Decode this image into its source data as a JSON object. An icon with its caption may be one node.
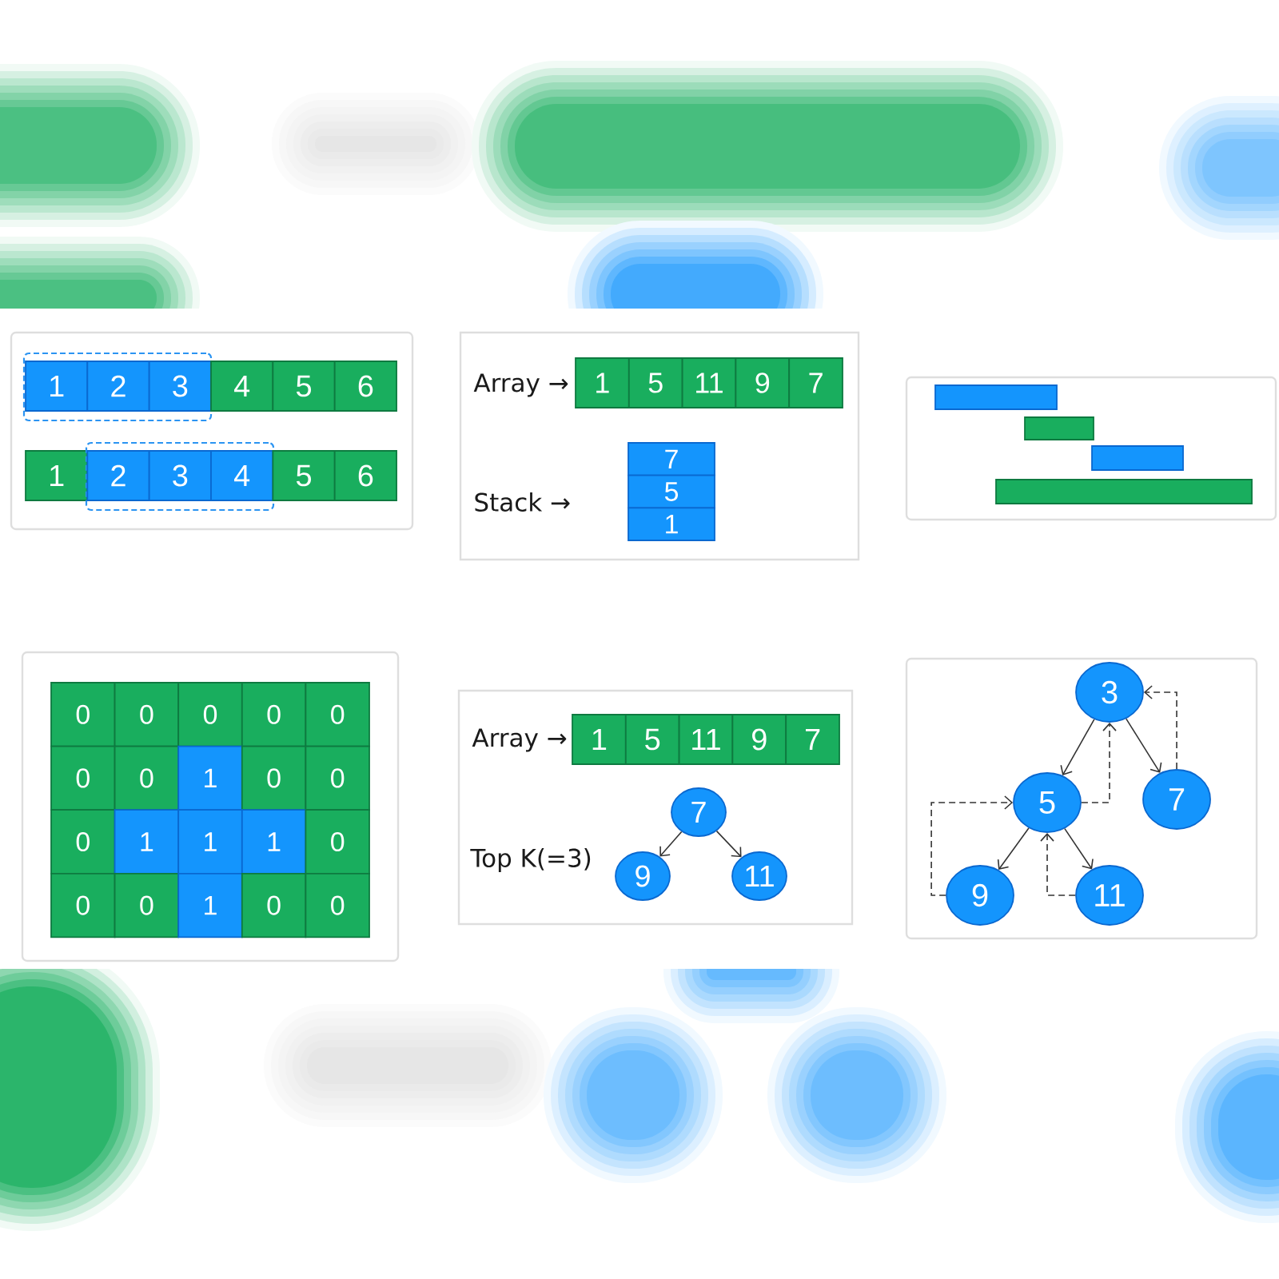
{
  "diagram": {
    "nodes": [
      {
        "text": [],
        "shape": "box"
      },
      {
        "text": [],
        "shape": "box",
        "in": 0
      },
      {
        "text": [
          "1"
        ],
        "in": 1
      },
      {
        "text": [
          "2"
        ],
        "in": 1
      },
      {
        "text": [
          "3"
        ],
        "in": 1
      },
      {
        "text": [
          "4"
        ],
        "in": 0
      },
      {
        "text": [
          "5"
        ],
        "in": 0
      },
      {
        "text": [
          "6"
        ],
        "in": 0
      },
      {
        "text": [
          "1"
        ],
        "in": 0
      },
      {
        "text": [],
        "shape": "box",
        "in": 0
      },
      {
        "text": [
          "2"
        ],
        "in": 9
      },
      {
        "text": [
          "3"
        ],
        "in": 9
      },
      {
        "text": [
          "4"
        ],
        "in": 9
      },
      {
        "text": [
          "5"
        ],
        "in": 0
      },
      {
        "text": [
          "6"
        ],
        "in": 0
      },
      {
        "text": [
          "Array →",
          "Stack →"
        ]
      },
      {
        "text": [
          "1"
        ],
        "in": 15
      },
      {
        "text": [
          "5"
        ],
        "in": 15
      },
      {
        "text": [
          "11"
        ],
        "in": 15
      },
      {
        "text": [
          "9"
        ],
        "in": 15
      },
      {
        "text": [
          "7"
        ],
        "in": 15
      },
      {
        "text": [
          "7"
        ],
        "in": 15
      },
      {
        "text": [
          "5"
        ],
        "in": 15
      },
      {
        "text": [
          "1"
        ],
        "in": 15
      },
      {
        "text": [],
        "shape": "box"
      },
      {
        "text": [],
        "shape": "bar",
        "in": 24
      },
      {
        "text": [],
        "shape": "bar",
        "in": 24
      },
      {
        "text": [],
        "shape": "bar",
        "in": 24
      },
      {
        "text": [],
        "shape": "bar",
        "in": 24
      },
      {
        "text": [],
        "shape": "box"
      },
      {
        "text": [
          "0"
        ],
        "in": 29
      },
      {
        "text": [
          "0"
        ],
        "in": 29
      },
      {
        "text": [
          "0"
        ],
        "in": 29
      },
      {
        "text": [
          "0"
        ],
        "in": 29
      },
      {
        "text": [
          "0"
        ],
        "in": 29
      },
      {
        "text": [
          "0"
        ],
        "in": 29
      },
      {
        "text": [
          "0"
        ],
        "in": 29
      },
      {
        "text": [
          "1"
        ],
        "in": 29
      },
      {
        "text": [
          "0"
        ],
        "in": 29
      },
      {
        "text": [
          "0"
        ],
        "in": 29
      },
      {
        "text": [
          "0"
        ],
        "in": 29
      },
      {
        "text": [
          "1"
        ],
        "in": 29
      },
      {
        "text": [
          "1"
        ],
        "in": 29
      },
      {
        "text": [
          "1"
        ],
        "in": 29
      },
      {
        "text": [
          "0"
        ],
        "in": 29
      },
      {
        "text": [
          "0"
        ],
        "in": 29
      },
      {
        "text": [
          "0"
        ],
        "in": 29
      },
      {
        "text": [
          "1"
        ],
        "in": 29
      },
      {
        "text": [
          "0"
        ],
        "in": 29
      },
      {
        "text": [
          "0"
        ],
        "in": 29
      },
      {
        "text": [
          "Array →",
          "Top K(=3)"
        ]
      },
      {
        "text": [
          "1"
        ],
        "in": 50
      },
      {
        "text": [
          "5"
        ],
        "in": 50
      },
      {
        "text": [
          "11"
        ],
        "in": 50
      },
      {
        "text": [
          "9"
        ],
        "in": 50
      },
      {
        "text": [
          "7"
        ],
        "in": 50
      },
      {
        "text": [
          "7"
        ],
        "in": 50
      },
      {
        "text": [
          "9"
        ],
        "in": 50
      },
      {
        "text": [
          "11"
        ],
        "in": 50
      },
      {
        "text": [],
        "shape": "box"
      },
      {
        "text": [
          "3"
        ],
        "in": 59
      },
      {
        "text": [
          "5"
        ],
        "in": 59
      },
      {
        "text": [
          "7"
        ],
        "in": 59
      },
      {
        "text": [
          "9"
        ],
        "in": 59
      },
      {
        "text": [
          "11"
        ],
        "in": 59
      }
    ],
    "edges": [
      {
        "from": 56,
        "to": 57,
        "arrow": "to"
      },
      {
        "from": 56,
        "to": 58,
        "arrow": "to"
      },
      {
        "from": 60,
        "to": 61,
        "arrow": "to"
      },
      {
        "from": 60,
        "to": 62,
        "arrow": "to"
      },
      {
        "from": 61,
        "to": 63,
        "arrow": "to"
      },
      {
        "from": 61,
        "to": 64,
        "arrow": "to"
      },
      {
        "from": 62,
        "to": 60,
        "arrow": "to",
        "style": "dashed"
      },
      {
        "from": 61,
        "to": 60,
        "arrow": "to",
        "style": "dashed"
      },
      {
        "from": 63,
        "to": 61,
        "arrow": "to",
        "style": "dashed"
      },
      {
        "from": 64,
        "to": 61,
        "arrow": "to",
        "style": "dashed"
      }
    ]
  }
}
